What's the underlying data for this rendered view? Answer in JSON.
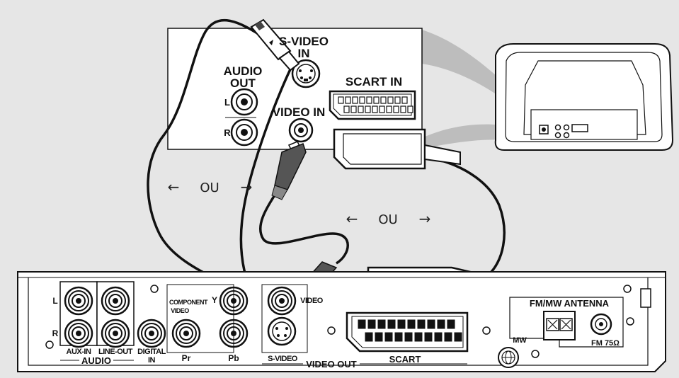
{
  "colors": {
    "background": "#e6e6e6",
    "panel": "#ffffff",
    "stroke": "#111111",
    "projection": "#bdbdbd",
    "connector_dark": "#444444"
  },
  "tv_panel": {
    "svideo_in": [
      "S-VIDEO",
      "IN"
    ],
    "audio_out": [
      "AUDIO",
      "OUT"
    ],
    "left": "L",
    "right": "R",
    "scart_in": "SCART IN",
    "video_in": "VIDEO IN"
  },
  "ou_left": {
    "left_arrow": "←",
    "text": "OU",
    "right_arrow": "→"
  },
  "ou_center": {
    "left_arrow": "←",
    "text": "OU",
    "right_arrow": "→"
  },
  "player_panel": {
    "aux_left": "L",
    "aux_right": "R",
    "aux_in": "AUX-IN",
    "line_out": "LINE-OUT",
    "audio": "AUDIO",
    "digital_in": [
      "DIGITAL",
      "IN"
    ],
    "component_video": [
      "COMPONENT",
      "VIDEO"
    ],
    "y": "Y",
    "pr": "Pr",
    "pb": "Pb",
    "video": "VIDEO",
    "svideo": "S-VIDEO",
    "video_out": "VIDEO OUT",
    "scart": "SCART",
    "fm_mw_antenna": "FM/MW ANTENNA",
    "mw": "MW",
    "fm_75": "FM 75Ω"
  }
}
